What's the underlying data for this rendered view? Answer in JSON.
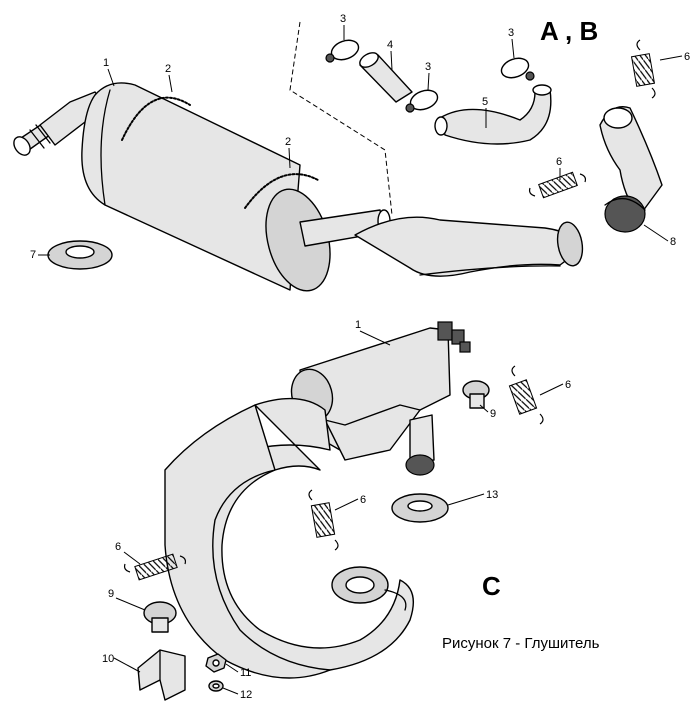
{
  "figure": {
    "caption": "Рисунок 7 - Глушитель",
    "group_ab_label": "A , B",
    "group_c_label": "C"
  },
  "callouts": {
    "c1_top": "1",
    "c2_a": "2",
    "c2_b": "2",
    "c3_a": "3",
    "c3_b": "3",
    "c3_c": "3",
    "c4": "4",
    "c5": "5",
    "c6_a": "6",
    "c6_b": "6",
    "c7": "7",
    "c8": "8",
    "c1_bottom": "1",
    "c6_c": "6",
    "c6_d": "6",
    "c6_e": "6",
    "c9_a": "9",
    "c9_b": "9",
    "c13": "13",
    "c10": "10",
    "c11": "11",
    "c12": "12"
  }
}
